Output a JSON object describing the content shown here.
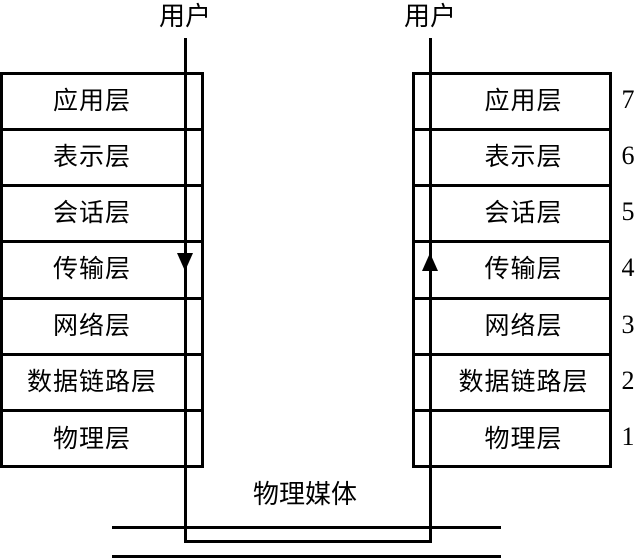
{
  "diagram": {
    "title": "OSI seven-layer model communication between two users",
    "background_color": "#ffffff",
    "line_color": "#000000"
  },
  "users": {
    "left_label": "用户",
    "right_label": "用户"
  },
  "arrows": {
    "left": {
      "direction": "down",
      "at_layer": "传输层"
    },
    "right": {
      "direction": "up",
      "at_layer": "传输层"
    }
  },
  "layers": [
    {
      "number": "7",
      "name": "应用层"
    },
    {
      "number": "6",
      "name": "表示层"
    },
    {
      "number": "5",
      "name": "会话层"
    },
    {
      "number": "4",
      "name": "传输层"
    },
    {
      "number": "3",
      "name": "网络层"
    },
    {
      "number": "2",
      "name": "数据链路层"
    },
    {
      "number": "1",
      "name": "物理层"
    }
  ],
  "left_stack": {
    "rows": [
      {
        "label": "应用层"
      },
      {
        "label": "表示层"
      },
      {
        "label": "会话层"
      },
      {
        "label": "传输层"
      },
      {
        "label": "网络层"
      },
      {
        "label": "数据链路层"
      },
      {
        "label": "物理层"
      }
    ]
  },
  "right_stack": {
    "rows": [
      {
        "label": "应用层"
      },
      {
        "label": "表示层"
      },
      {
        "label": "会话层"
      },
      {
        "label": "传输层"
      },
      {
        "label": "网络层"
      },
      {
        "label": "数据链路层"
      },
      {
        "label": "物理层"
      }
    ]
  },
  "layer_numbers": [
    "7",
    "6",
    "5",
    "4",
    "3",
    "2",
    "1"
  ],
  "medium": {
    "label": "物理媒体"
  }
}
